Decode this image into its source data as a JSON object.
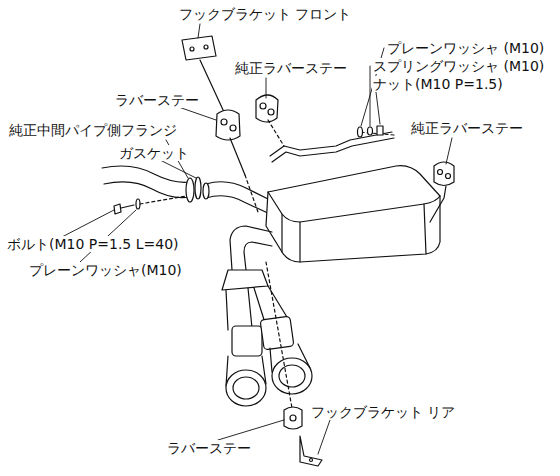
{
  "diagram": {
    "labels": [
      "フックブラケット フロント",
      "プレーンワッシャ (M10)",
      "純正ラバーステー",
      "スプリングワッシャ (M10)",
      "ナット(M10 P=1.5)",
      "ラバーステー",
      "純正中間パイプ側フランジ",
      "純正ラバーステー",
      "ガスケット",
      "ボルト(M10 P=1.5 L=40)",
      "プレーンワッシャ(M10)",
      "フックブラケット リア",
      "ラバーステー"
    ]
  }
}
